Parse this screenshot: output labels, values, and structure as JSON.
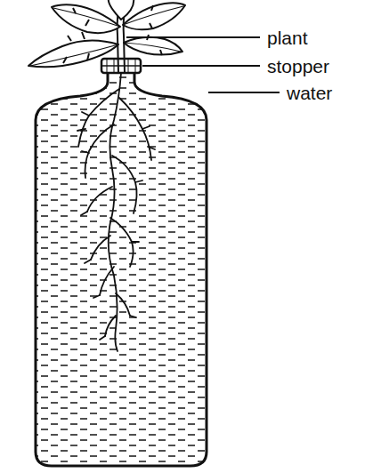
{
  "diagram": {
    "labels": [
      "plant",
      "stopper",
      "water"
    ]
  }
}
